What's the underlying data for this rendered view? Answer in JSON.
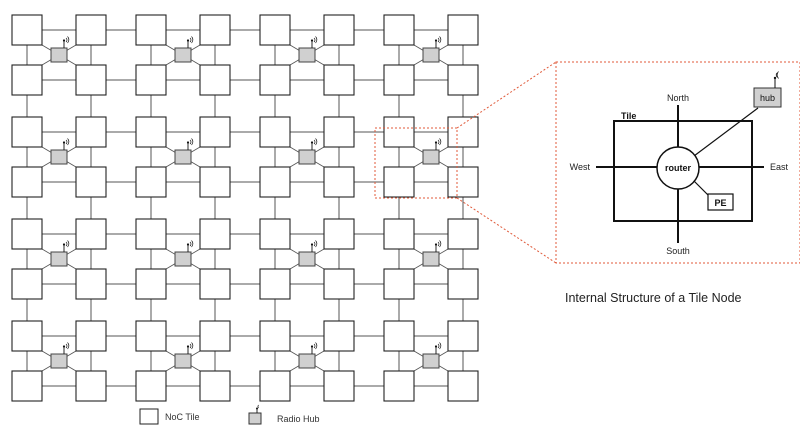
{
  "mesh": {
    "tile_label": "NoC Tile",
    "hub_label": "Radio Hub",
    "tile_rows": 8,
    "tile_cols": 8,
    "hubs_per_side": 4
  },
  "detail": {
    "caption": "Internal Structure of a Tile Node",
    "tile": "Tile",
    "router": "router",
    "pe": "PE",
    "hub": "hub",
    "north": "North",
    "south": "South",
    "east": "East",
    "west": "West"
  },
  "colors": {
    "tile_stroke": "#222222",
    "hub_fill": "#d0d0d0",
    "zoom_dash": "#e05a3a",
    "wire": "#555555"
  }
}
